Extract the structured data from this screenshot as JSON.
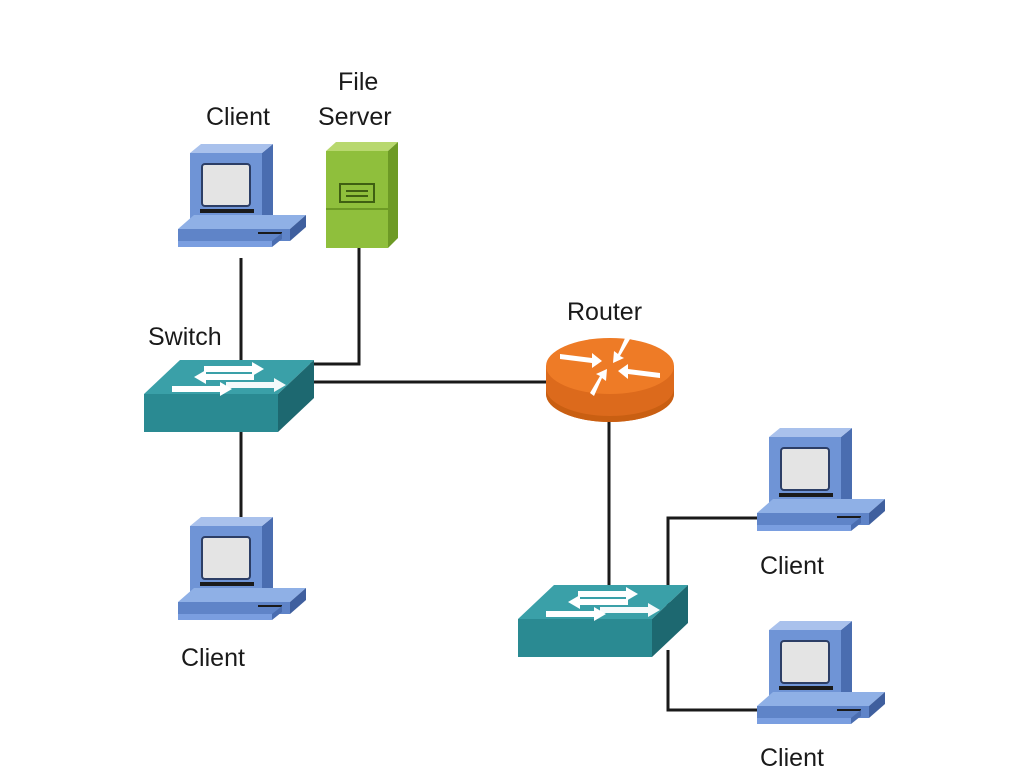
{
  "diagram": {
    "labels": {
      "client_top_left": "Client",
      "file_server_line1": "File",
      "file_server_line2": "Server",
      "switch_left": "Switch",
      "router": "Router",
      "client_bottom_left": "Client",
      "client_right_top": "Client",
      "client_right_bottom": "Client"
    },
    "colors": {
      "client_blue": "#6f94d6",
      "client_blue_dark": "#4a6db0",
      "screen_gray": "#e4e4e4",
      "server_green": "#8fbf3c",
      "server_green_dark": "#6d9a25",
      "switch_teal": "#2a8a92",
      "switch_teal_dark": "#1d6870",
      "router_orange": "#ee7b26",
      "router_orange_dark": "#c95f12",
      "link_black": "#1a1a1a"
    },
    "icons": [
      "computer-icon",
      "server-tower-icon",
      "switch-icon",
      "router-icon"
    ]
  }
}
